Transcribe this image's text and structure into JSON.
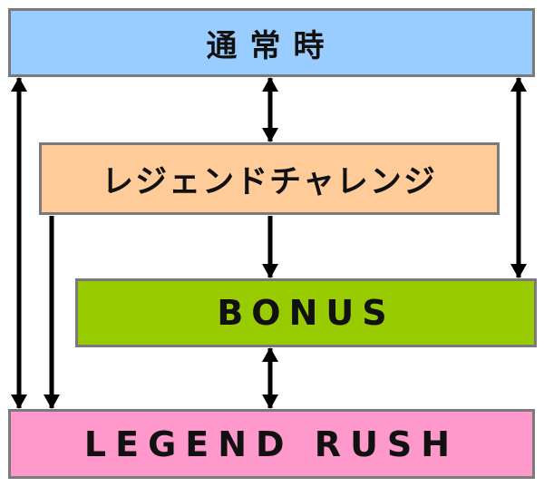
{
  "states": {
    "normal": {
      "label": "通常時",
      "color": "#99ccff"
    },
    "legend_challenge": {
      "label": "レジェンドチャレンジ",
      "color": "#ffcc99"
    },
    "bonus": {
      "label": "BONUS",
      "color": "#99cc00"
    },
    "legend_rush": {
      "label": "LEGEND RUSH",
      "color": "#ff99cc"
    }
  },
  "transitions": [
    {
      "from": "normal",
      "to": "legend_challenge",
      "bidirectional": true
    },
    {
      "from": "legend_challenge",
      "to": "bonus",
      "bidirectional": false
    },
    {
      "from": "bonus",
      "to": "legend_rush",
      "bidirectional": true
    },
    {
      "from": "normal",
      "to": "bonus",
      "bidirectional": true
    },
    {
      "from": "normal",
      "to": "legend_rush",
      "bidirectional": true
    },
    {
      "from": "legend_challenge",
      "to": "legend_rush",
      "bidirectional": false
    }
  ],
  "arrow_color": "#000000",
  "border_color": "#7a7a7a"
}
